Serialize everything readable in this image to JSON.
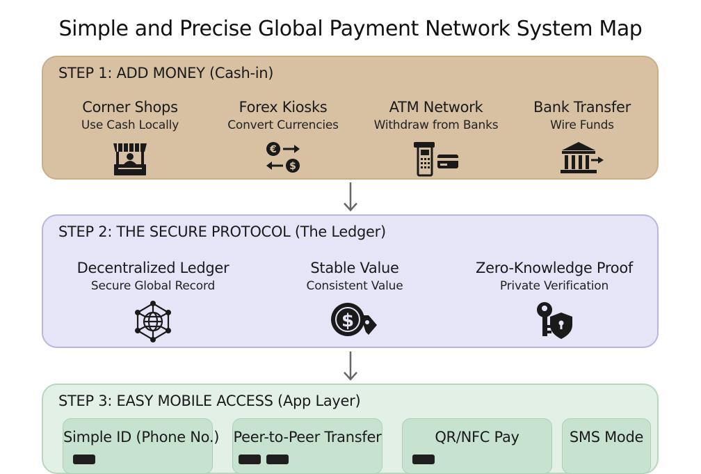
{
  "title": "Simple and Precise Global Payment Network System Map",
  "step1": {
    "heading": "STEP 1: ADD MONEY (Cash-in)",
    "items": [
      {
        "title": "Corner Shops",
        "subtitle": "Use Cash Locally",
        "icon": "shop-stall-icon"
      },
      {
        "title": "Forex Kiosks",
        "subtitle": "Convert Currencies",
        "icon": "currency-exchange-icon"
      },
      {
        "title": "ATM Network",
        "subtitle": "Withdraw from Banks",
        "icon": "atm-card-icon"
      },
      {
        "title": "Bank Transfer",
        "subtitle": "Wire Funds",
        "icon": "bank-transfer-icon"
      }
    ]
  },
  "step2": {
    "heading": "STEP 2: THE SECURE PROTOCOL (The Ledger)",
    "items": [
      {
        "title": "Decentralized Ledger",
        "subtitle": "Secure Global Record",
        "icon": "network-globe-icon"
      },
      {
        "title": "Stable Value",
        "subtitle": "Consistent Value",
        "icon": "dollar-coin-tag-icon"
      },
      {
        "title": "Zero-Knowledge Proof",
        "subtitle": "Private Verification",
        "icon": "key-shield-icon"
      }
    ]
  },
  "step3": {
    "heading": "STEP 3: EASY MOBILE ACCESS (App Layer)",
    "cards": [
      {
        "title": "Simple ID (Phone No.)",
        "icon": "phone-icon"
      },
      {
        "title": "Peer-to-Peer Transfer",
        "icon": "phone-icon"
      },
      {
        "title": "QR/NFC Pay",
        "icon": "phone-icon"
      },
      {
        "title": "SMS Mode",
        "icon": "phone-icon"
      }
    ]
  },
  "colors": {
    "step1_fill": "#d7c1a2",
    "step2_fill": "#e6e4f7",
    "step3_fill": "#e2f0e6",
    "card_fill": "#c7e2cf",
    "arrow": "#666666"
  }
}
